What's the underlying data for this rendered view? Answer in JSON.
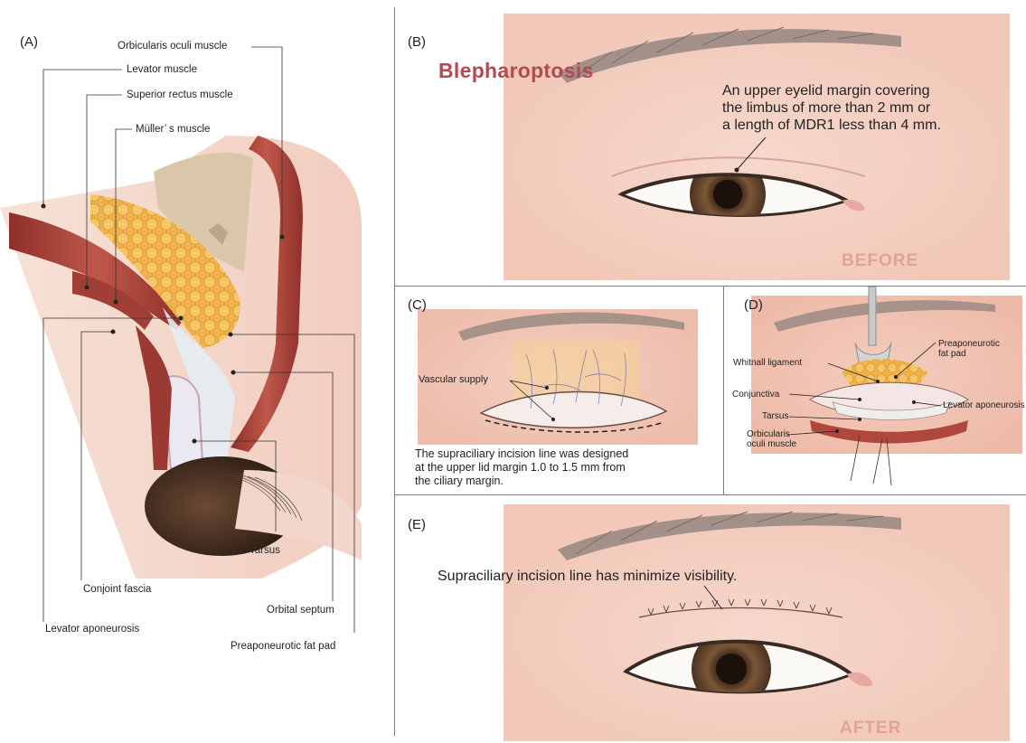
{
  "panel_a": {
    "label": "(A)",
    "labels": {
      "orbicularis": "Orbicularis oculi muscle",
      "levator_muscle": "Levator muscle",
      "superior_rectus": "Superior rectus muscle",
      "muller": "Müller’ s muscle",
      "tarsus": "Tarsus",
      "conjoint_fascia": "Conjoint fascia",
      "orbital_septum": "Orbital septum",
      "levator_aponeurosis": "Levator aponeurosis",
      "preaponeurotic_fat_pad": "Preaponeurotic fat pad"
    }
  },
  "panel_b": {
    "label": "(B)",
    "title": "Blepharoptosis",
    "description_lines": [
      "An upper eyelid margin covering",
      "the limbus of more than 2 mm or",
      "a length of MDR1 less than 4 mm."
    ],
    "stamp": "BEFORE"
  },
  "panel_c": {
    "label": "(C)",
    "vascular_label": "Vascular supply",
    "description_lines": [
      "The supraciliary incision line was designed",
      "at the upper lid margin 1.0 to 1.5 mm from",
      "the ciliary margin."
    ]
  },
  "panel_d": {
    "label": "(D)",
    "labels": {
      "preaponeurotic_1": "Preaponeurotic",
      "preaponeurotic_2": "fat pad",
      "whitnall": "Whitnall ligament",
      "conjunctiva": "Conjunctiva",
      "levator_aponeurosis": "Levator aponeurosis",
      "tarsus": "Tarsus",
      "orbicularis_1": "Orbicularis",
      "orbicularis_2": "oculi muscle"
    }
  },
  "panel_e": {
    "label": "(E)",
    "description": "Supraciliary incision line has minimize visibility.",
    "stamp": "AFTER"
  },
  "colors": {
    "skin": "#f3d3c6",
    "muscle": "#b0473c",
    "fat": "#f0b24a",
    "bone": "#d9c6ab",
    "iris": "#7e5a3c",
    "title_red": "#b24a55",
    "stamp_pink": "#e0a29a"
  }
}
